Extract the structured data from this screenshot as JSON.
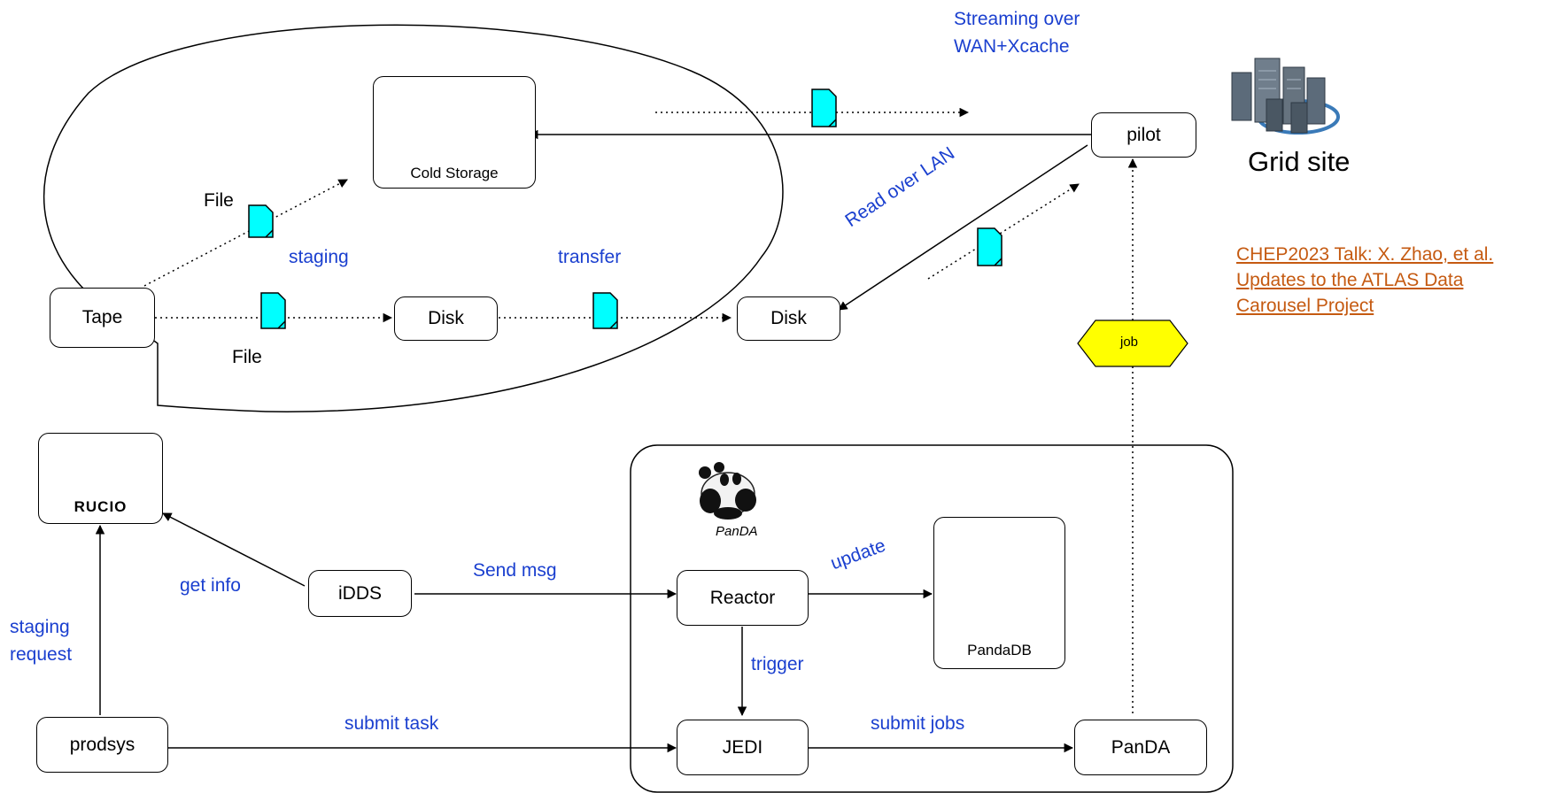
{
  "nodes": {
    "cold_storage": "Cold Storage",
    "pilot": "pilot",
    "tape": "Tape",
    "disk_staging": "Disk",
    "disk_site": "Disk",
    "idds": "iDDS",
    "reactor": "Reactor",
    "pandadb": "PandaDB",
    "prodsys": "prodsys",
    "jedi": "JEDI",
    "panda": "PanDA",
    "job": "job",
    "grid_site": "Grid site",
    "rucio_logo": "RUCIO",
    "panda_logo": "PanDA"
  },
  "labels": {
    "streaming_line1": "Streaming over",
    "streaming_line2": "WAN+Xcache",
    "file_top": "File",
    "file_bottom": "File",
    "staging": "staging",
    "transfer": "transfer",
    "read_over_lan": "Read over LAN",
    "get_info": "get info",
    "send_msg": "Send msg",
    "update": "update",
    "trigger": "trigger",
    "staging_request_line1": "staging",
    "staging_request_line2": "request",
    "submit_task": "submit task",
    "submit_jobs": "submit jobs"
  },
  "reference": {
    "line1": "CHEP2023 Talk: X. Zhao, et al.",
    "line2": "Updates to the ATLAS Data",
    "line3": "Carousel Project"
  },
  "colors": {
    "label_blue": "#1a3fcf",
    "file_cyan": "#00ffff",
    "job_yellow": "#ffff00",
    "reference_orange": "#c55a11",
    "storage_blue": "#4a86e8"
  }
}
